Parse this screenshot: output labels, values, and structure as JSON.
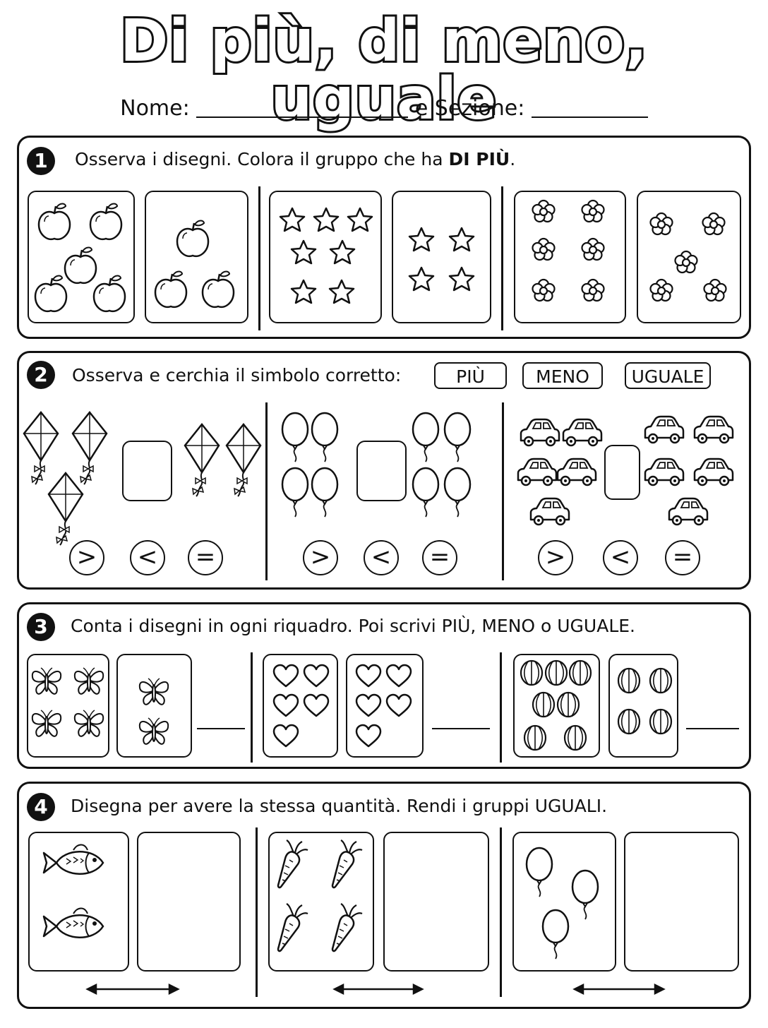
{
  "title": "Di più, di meno, uguale",
  "header": {
    "name_label": "Nome:",
    "section_label": "e Sezione:"
  },
  "section1": {
    "number": "1",
    "instruction": "Osserva i disegni. Colora il gruppo che ha ",
    "instruction_bold": "DI PIÙ",
    "instruction_end": ".",
    "groups": [
      {
        "item": "apple-icon",
        "left_count": 5,
        "right_count": 3
      },
      {
        "item": "star-icon",
        "left_count": 7,
        "right_count": 4
      },
      {
        "item": "flower-icon",
        "left_count": 6,
        "right_count": 5
      }
    ]
  },
  "section2": {
    "number": "2",
    "instruction": "Osserva e cerchia il simbolo corretto:",
    "options": [
      "PIÙ",
      "MENO",
      "UGUALE"
    ],
    "symbols": [
      ">",
      "<",
      "="
    ],
    "groups": [
      {
        "item": "kite-icon",
        "left_count": 3,
        "right_count": 2
      },
      {
        "item": "balloon-icon",
        "left_count": 4,
        "right_count": 4
      },
      {
        "item": "car-icon",
        "left_count": 5,
        "right_count": 5
      }
    ]
  },
  "section3": {
    "number": "3",
    "instruction": "Conta i disegni in ogni riquadro. Poi scrivi  PIÙ, MENO o UGUALE.",
    "groups": [
      {
        "item": "butterfly-icon",
        "left_count": 4,
        "right_count": 2
      },
      {
        "item": "heart-icon",
        "left_count": 5,
        "right_count": 5
      },
      {
        "item": "ball-icon",
        "left_count": 7,
        "right_count": 4
      }
    ]
  },
  "section4": {
    "number": "4",
    "instruction": "Disegna per avere la stessa quantità. Rendi i gruppi  UGUALI.",
    "groups": [
      {
        "item": "fish-icon",
        "count": 2
      },
      {
        "item": "carrot-icon",
        "count": 4
      },
      {
        "item": "balloon-icon",
        "count": 3
      }
    ]
  },
  "colors": {
    "ink": "#111111",
    "paper": "#ffffff"
  }
}
